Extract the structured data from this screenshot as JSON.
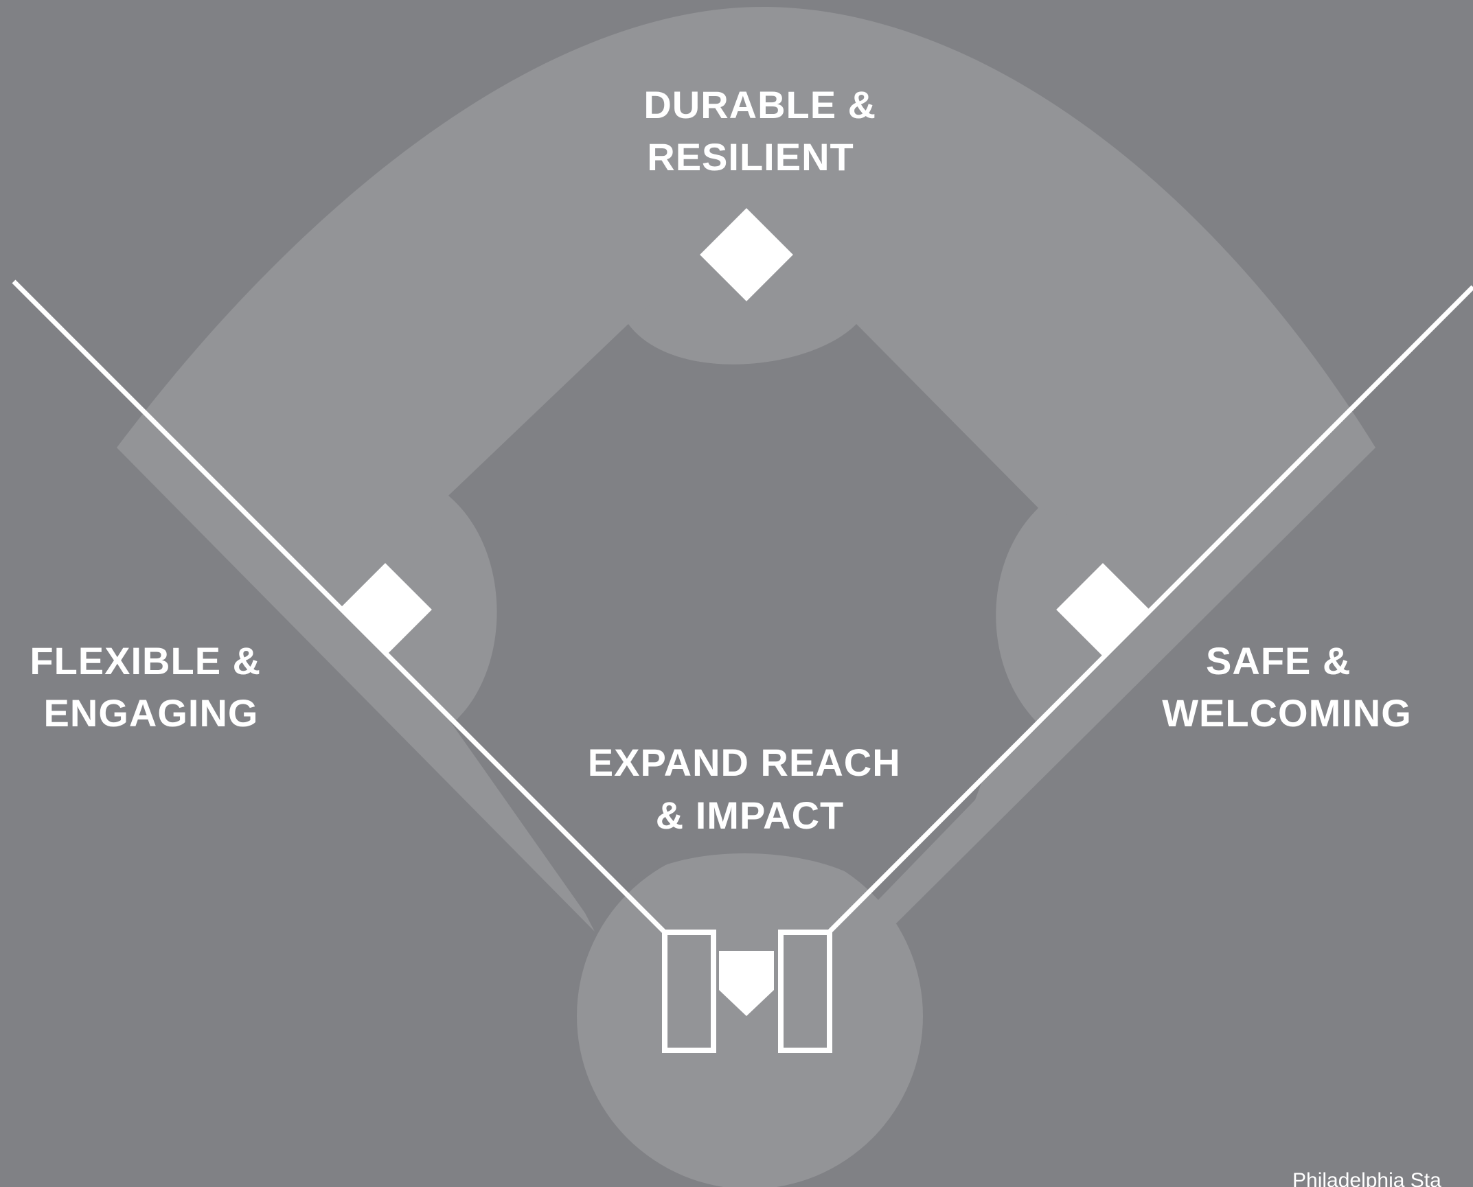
{
  "colors": {
    "background": "#808185",
    "field": "#939497",
    "line": "#ffffff",
    "text": "#ffffff"
  },
  "labels": {
    "top": [
      "DURABLE &",
      "RESILIENT"
    ],
    "left": [
      "FLEXIBLE &",
      "ENGAGING"
    ],
    "right": [
      "SAFE &",
      "WELCOMING"
    ],
    "center": [
      "EXPAND REACH",
      "& IMPACT"
    ]
  },
  "credit": "Philadelphia Sta"
}
